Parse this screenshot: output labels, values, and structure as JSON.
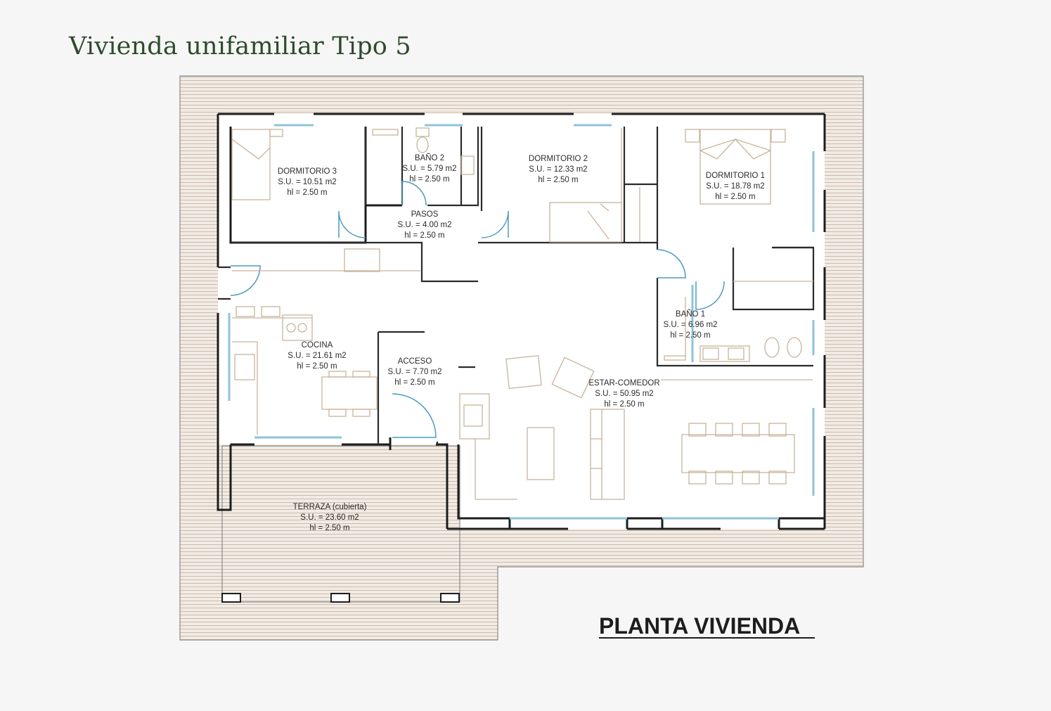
{
  "title": "Vivienda unifamiliar Tipo 5",
  "caption": "PLANTA VIVIENDA",
  "colors": {
    "title": "#2f4a2e",
    "deck": "#f0e9e1",
    "deck_lines": "#c9b6a5",
    "walls": "#1d1d1d",
    "glass": "#8fc3d8",
    "doors": "#4a9bc0",
    "furniture": "#c8b39c"
  },
  "rooms": [
    {
      "id": "dormitorio-3",
      "name": "DORMITORIO 3",
      "area": "S.U. = 10.51 m2",
      "height": "hl = 2.50 m"
    },
    {
      "id": "bano-2",
      "name": "BAÑO 2",
      "area": "S.U. = 5.79 m2",
      "height": "hl = 2.50 m"
    },
    {
      "id": "dormitorio-2",
      "name": "DORMITORIO 2",
      "area": "S.U. = 12.33 m2",
      "height": "hl = 2.50 m"
    },
    {
      "id": "dormitorio-1",
      "name": "DORMITORIO 1",
      "area": "S.U. = 18.78 m2",
      "height": "hl = 2.50 m"
    },
    {
      "id": "pasos",
      "name": "PASOS",
      "area": "S.U. = 4.00 m2",
      "height": "hl = 2.50 m"
    },
    {
      "id": "bano-1",
      "name": "BAÑO 1",
      "area": "S.U. = 6.96 m2",
      "height": "hl = 2.50 m"
    },
    {
      "id": "cocina",
      "name": "COCINA",
      "area": "S.U. = 21.61 m2",
      "height": "hl = 2.50 m"
    },
    {
      "id": "acceso",
      "name": "ACCESO",
      "area": "S.U. = 7.70 m2",
      "height": "hl = 2.50 m"
    },
    {
      "id": "estar-comedor",
      "name": "ESTAR-COMEDOR",
      "area": "S.U. = 50.95 m2",
      "height": "hl = 2.50 m"
    },
    {
      "id": "terraza",
      "name": "TERRAZA (cubierta)",
      "area": "S.U. = 23.60 m2",
      "height": "hl = 2.50 m"
    }
  ]
}
